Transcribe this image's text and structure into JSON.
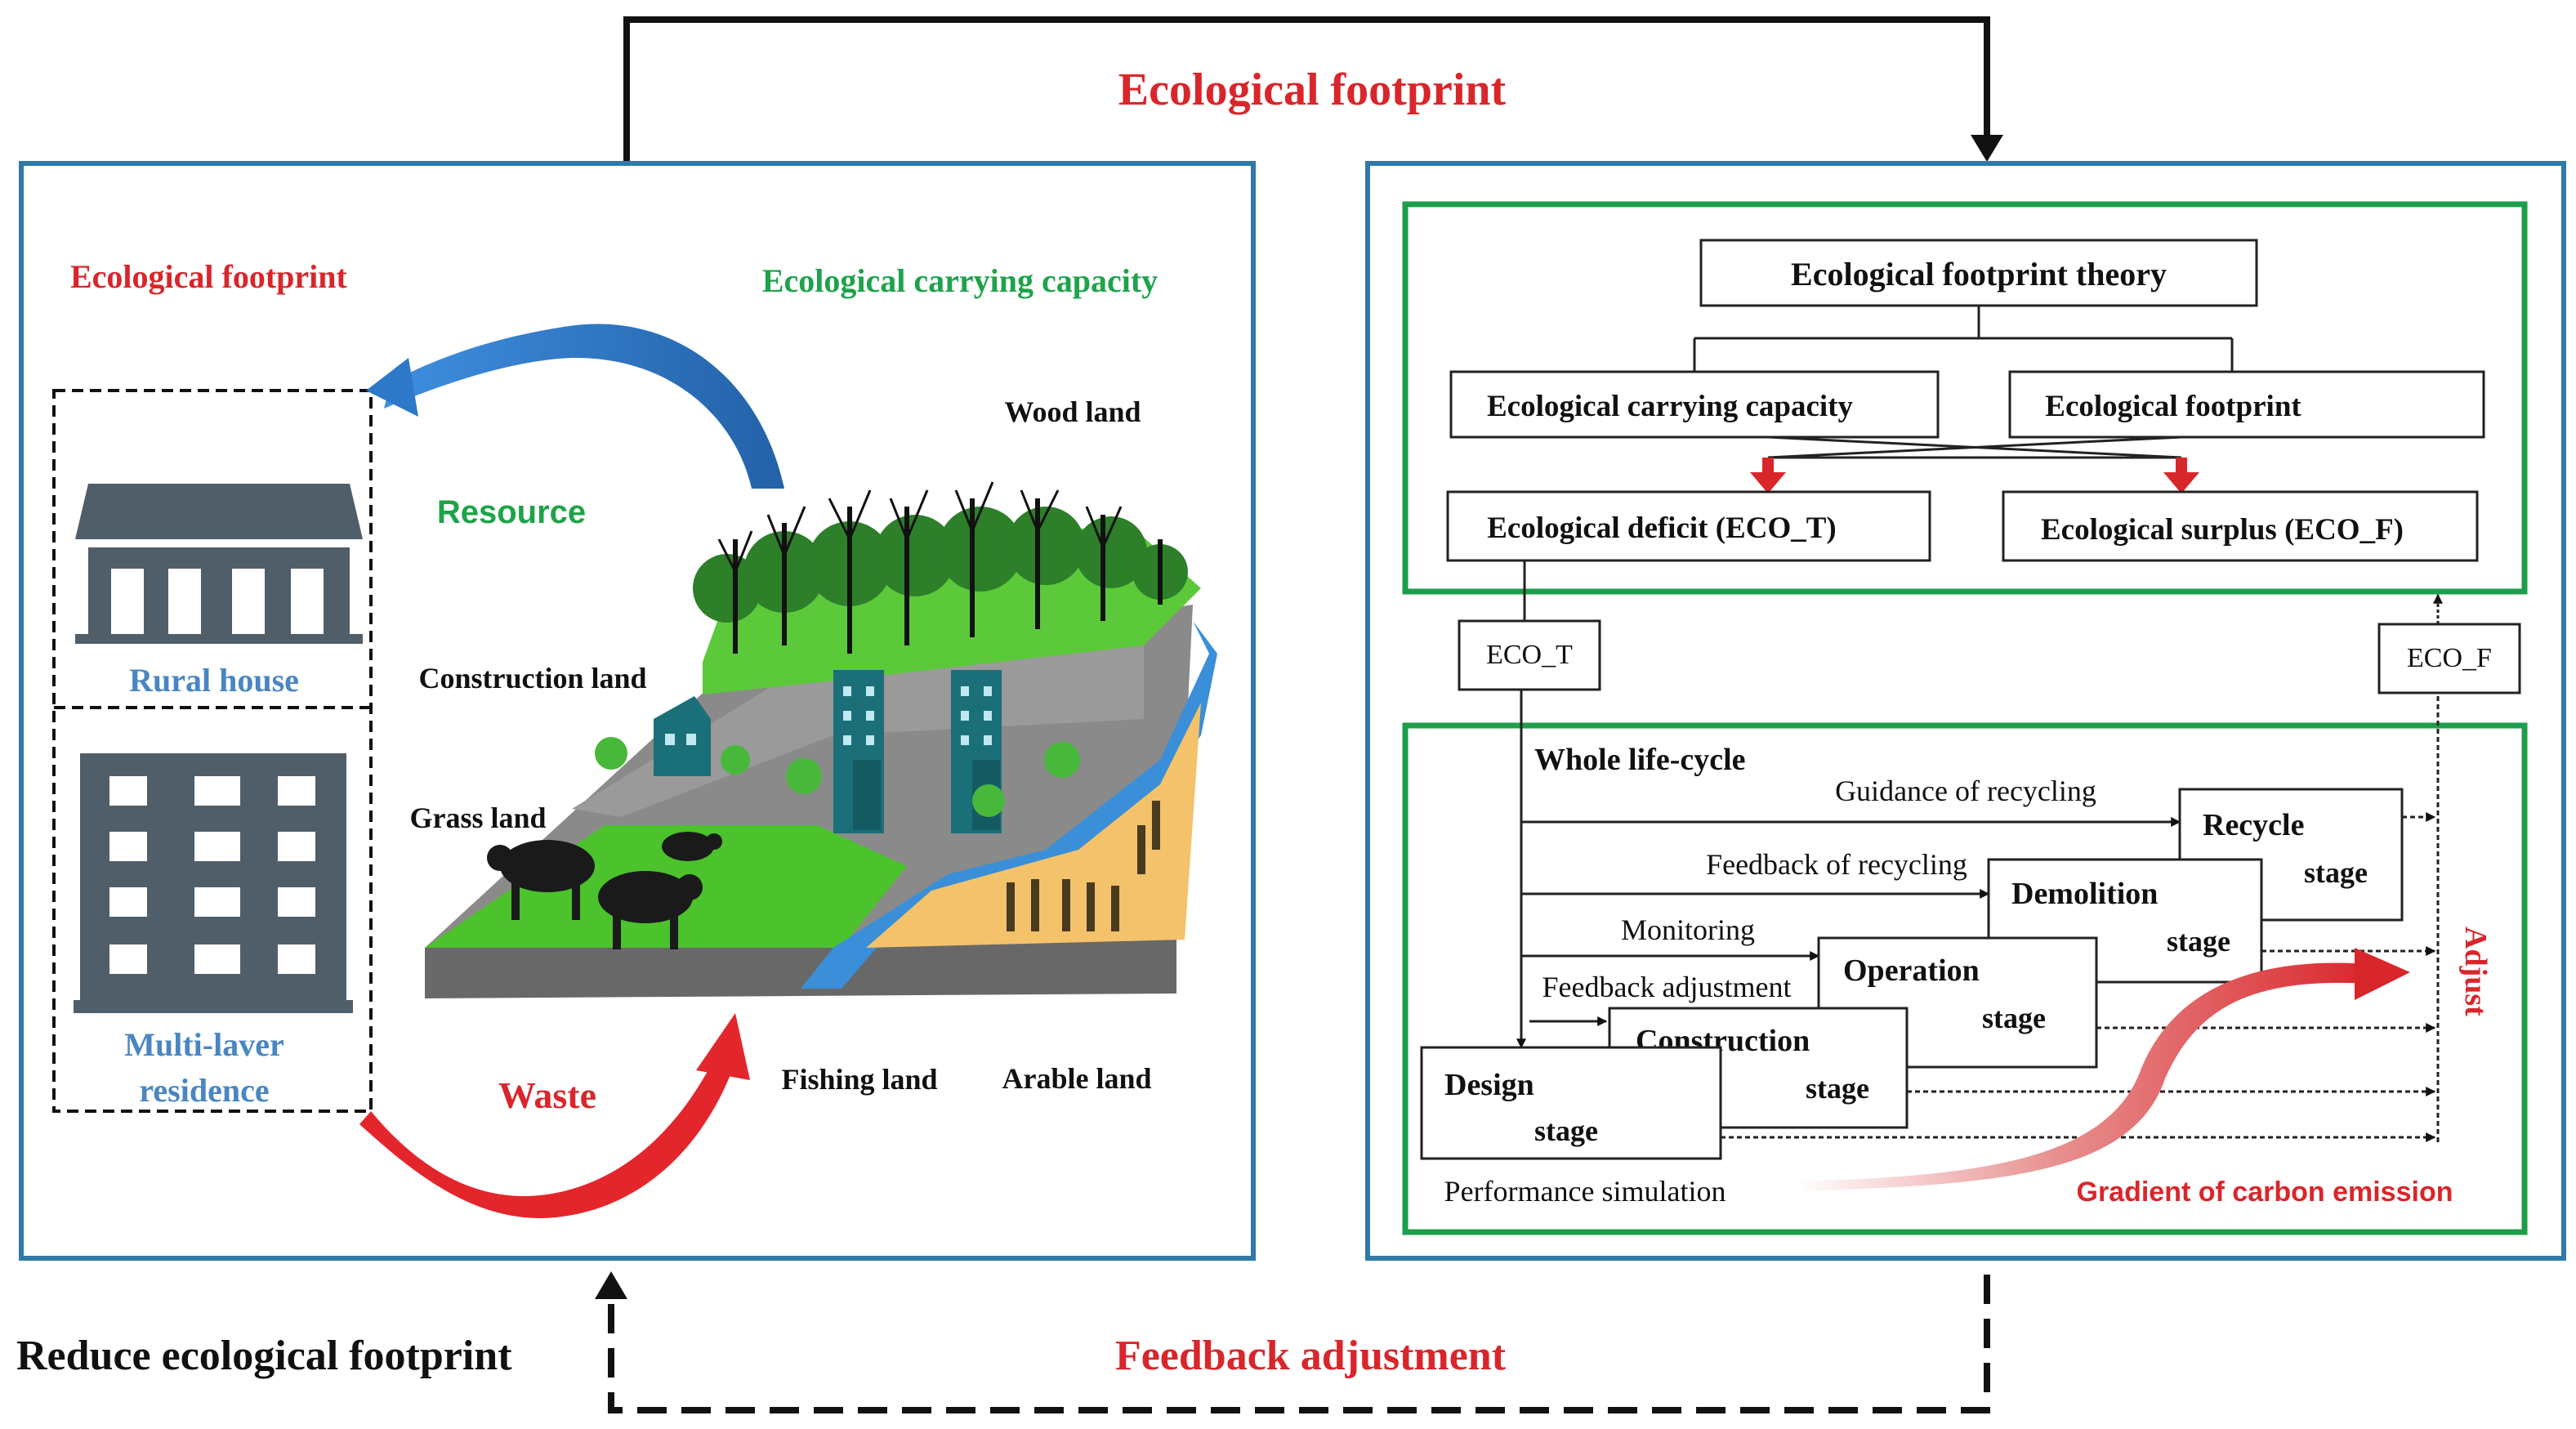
{
  "top_loop": {
    "title": "Ecological footprint"
  },
  "left_panel": {
    "footprint_label": "Ecological footprint",
    "capacity_label": "Ecological carrying capacity",
    "resource_label": "Resource",
    "waste_label": "Waste",
    "rural_house_label": "Rural house",
    "multilayer_label_line1": "Multi-laver",
    "multilayer_label_line2": "residence",
    "land_labels": {
      "wood": "Wood land",
      "construction": "Construction land",
      "grass": "Grass land",
      "fishing": "Fishing land",
      "arable": "Arable land"
    }
  },
  "theory_box": {
    "theory": "Ecological footprint theory",
    "capacity": "Ecological carrying capacity",
    "footprint": "Ecological footprint",
    "deficit": "Ecological deficit (ECO_T)",
    "surplus": "Ecological surplus (ECO_F)"
  },
  "eco_tags": {
    "eco_t": "ECO_T",
    "eco_f": "ECO_F"
  },
  "lifecycle_box": {
    "title": "Whole life-cycle",
    "flows": {
      "guidance": "Guidance of recycling",
      "feedback_recycling": "Feedback of recycling",
      "monitoring": "Monitoring",
      "feedback_adjustment": "Feedback adjustment",
      "performance": "Performance simulation"
    },
    "stages": {
      "design": [
        "Design",
        "stage"
      ],
      "construction": [
        "Construction",
        "stage"
      ],
      "operation": [
        "Operation",
        "stage"
      ],
      "demolition": [
        "Demolition",
        "stage"
      ],
      "recycle": [
        "Recycle",
        "stage"
      ]
    },
    "adjust": "Adjust",
    "gradient": "Gradient of carbon emission"
  },
  "bottom": {
    "reduce": "Reduce ecological footprint",
    "feedback": "Feedback adjustment"
  },
  "colors": {
    "red": "#d9262b",
    "green_text": "#1ea34a",
    "green_frame": "#1d9e4a",
    "blue_frame": "#2f7aa6",
    "blue_text": "#4a86c1",
    "building": "#505e6a"
  }
}
